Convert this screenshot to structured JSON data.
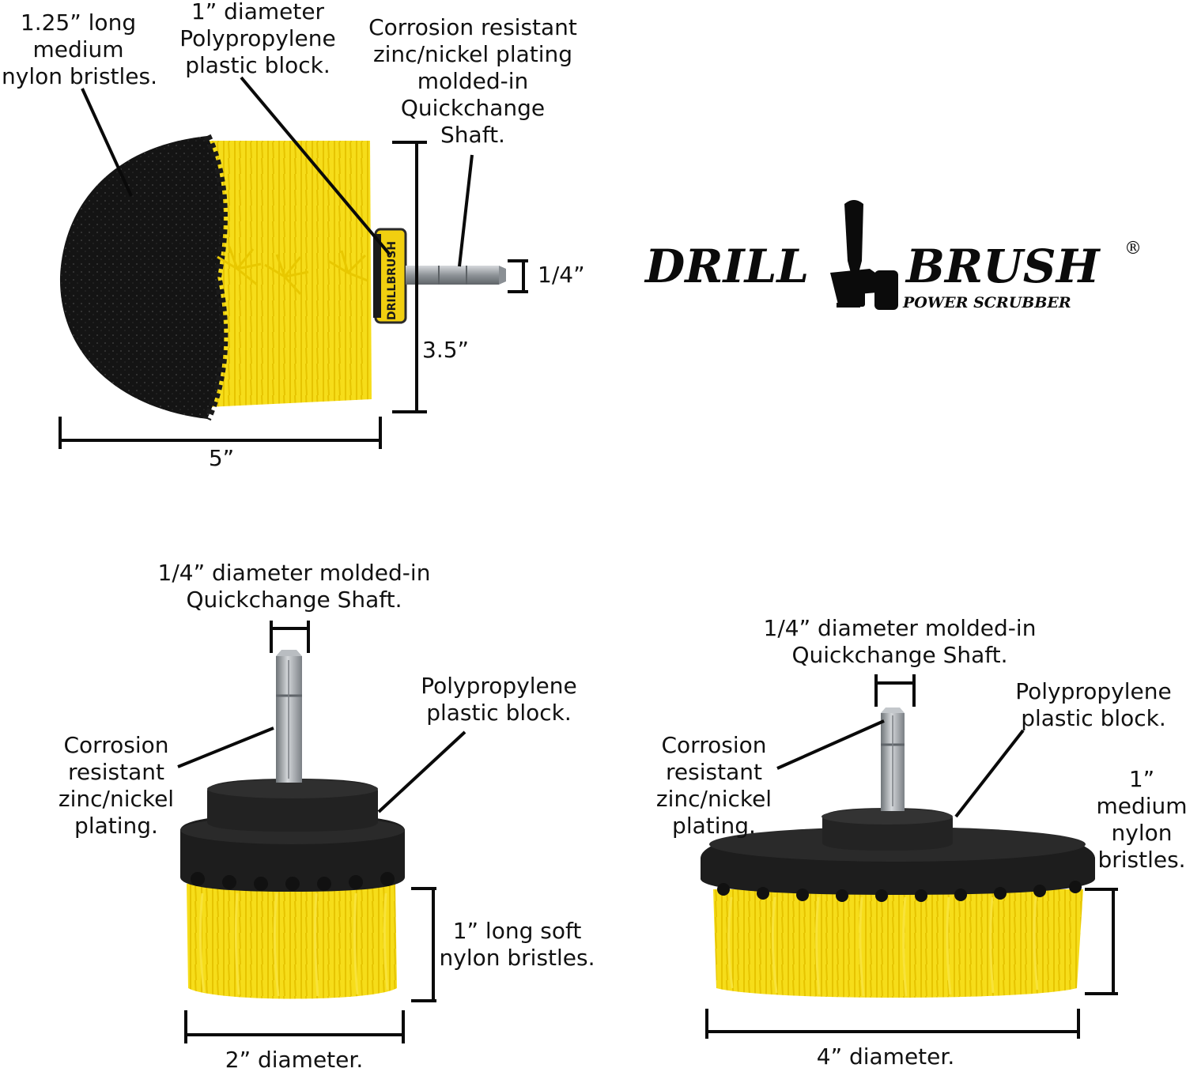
{
  "logo": {
    "word1": "DRILL",
    "word2": "BRUSH",
    "registered": "®",
    "tagline": "POWER SCRUBBER"
  },
  "brush_imprint": "DRILLBRUSH",
  "top_brush": {
    "bristle_label": [
      "1.25” long",
      "medium",
      "nylon bristles."
    ],
    "block_label": [
      "1” diameter",
      "Polypropylene",
      "plastic block."
    ],
    "shaft_label": [
      "Corrosion resistant",
      "zinc/nickel plating",
      "molded-in",
      "Quickchange",
      "Shaft."
    ],
    "shaft_dim": "1/4”",
    "height_dim": "3.5”",
    "width_dim": "5”"
  },
  "small_brush": {
    "shaft_label": [
      "1/4” diameter molded-in",
      "Quickchange Shaft."
    ],
    "block_label": [
      "Polypropylene",
      "plastic block."
    ],
    "plating_label": [
      "Corrosion",
      "resistant",
      "zinc/nickel",
      "plating."
    ],
    "bristle_label": [
      "1” long soft",
      "nylon bristles."
    ],
    "diameter": "2” diameter."
  },
  "large_brush": {
    "shaft_label": [
      "1/4” diameter molded-in",
      "Quickchange Shaft."
    ],
    "block_label": [
      "Polypropylene",
      "plastic block."
    ],
    "plating_label": [
      "Corrosion",
      "resistant",
      "zinc/nickel",
      "plating."
    ],
    "bristle_label": [
      "1”",
      "medium",
      "nylon",
      "bristles."
    ],
    "diameter": "4” diameter."
  },
  "colors": {
    "bristle_yellow": "#f5dc14",
    "bristle_black": "#161616",
    "block_black": "#1d1d1d",
    "shaft_silver": "#a9adb1",
    "line": "#0a0a0a"
  }
}
